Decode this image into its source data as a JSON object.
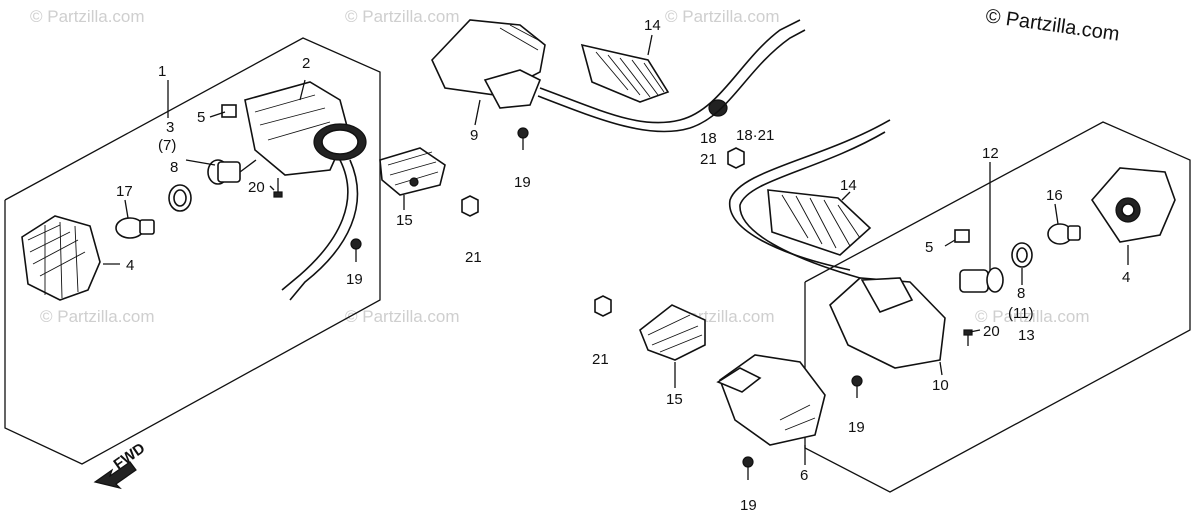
{
  "copyright": "© Partzilla.com",
  "watermark_text": "© Partzilla.com",
  "fwd_label": "FWD",
  "callouts": {
    "c1": "1",
    "c2": "2",
    "c3": "3",
    "c7": "(7)",
    "c8a": "8",
    "c5a": "5",
    "c17": "17",
    "c4a": "4",
    "c20a": "20",
    "c15a": "15",
    "c19a": "19",
    "c9": "9",
    "c19b": "19",
    "c14a": "14",
    "c18a": "18",
    "c21a": "21",
    "c1821": "18·21",
    "c21b": "21",
    "c14b": "14",
    "c12": "12",
    "c16": "16",
    "c5b": "5",
    "c4b": "4",
    "c8b": "8",
    "c11": "(11)",
    "c13": "13",
    "c20b": "20",
    "c10": "10",
    "c21c": "21",
    "c15b": "15",
    "c19c": "19",
    "c6": "6",
    "c19d": "19"
  },
  "colors": {
    "ink": "#111111",
    "watermark": "#cfcfcf",
    "background": "#ffffff"
  }
}
